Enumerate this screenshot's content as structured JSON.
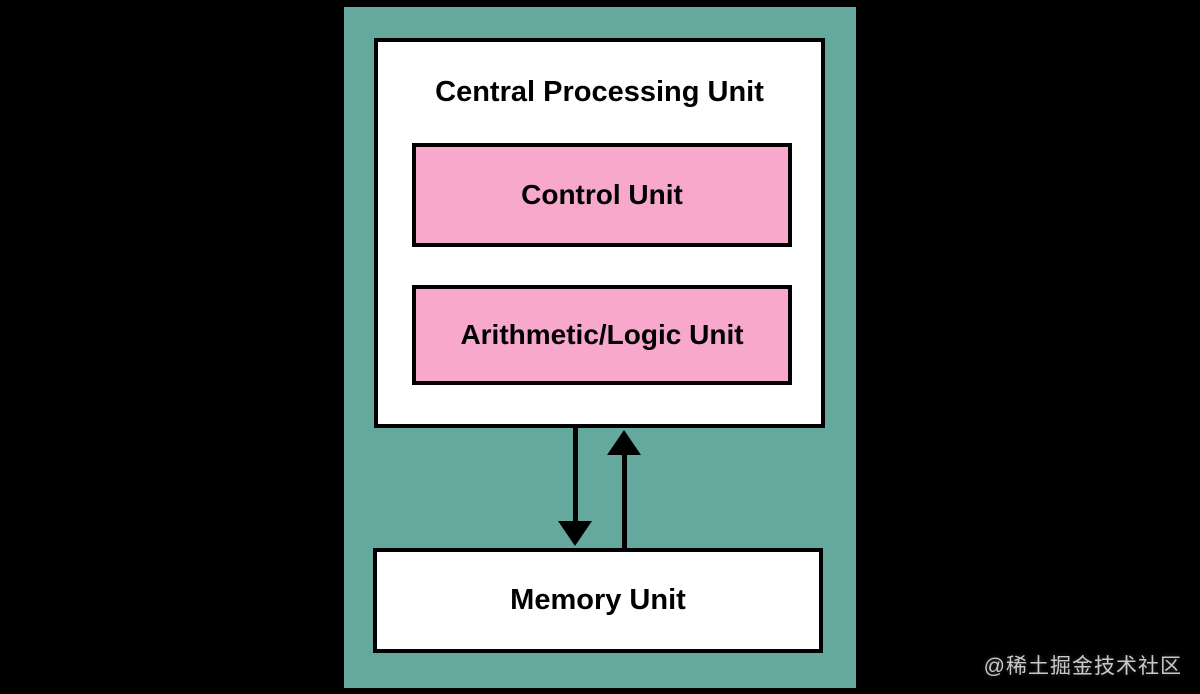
{
  "diagram": {
    "title": "Central Processing Unit",
    "control_unit_label": "Control Unit",
    "alu_label": "Arithmetic/Logic Unit",
    "memory_label": "Memory Unit",
    "watermark": "@稀土掘金技术社区",
    "arrows": [
      {
        "name": "cpu-to-memory",
        "direction": "down"
      },
      {
        "name": "memory-to-cpu",
        "direction": "up"
      }
    ],
    "colors": {
      "background": "#000000",
      "panel_teal": "#64A89E",
      "box_pink": "#F7A8CB",
      "box_white": "#FFFFFF",
      "border_black": "#000000",
      "watermark_gray": "#C9C9C9"
    }
  }
}
